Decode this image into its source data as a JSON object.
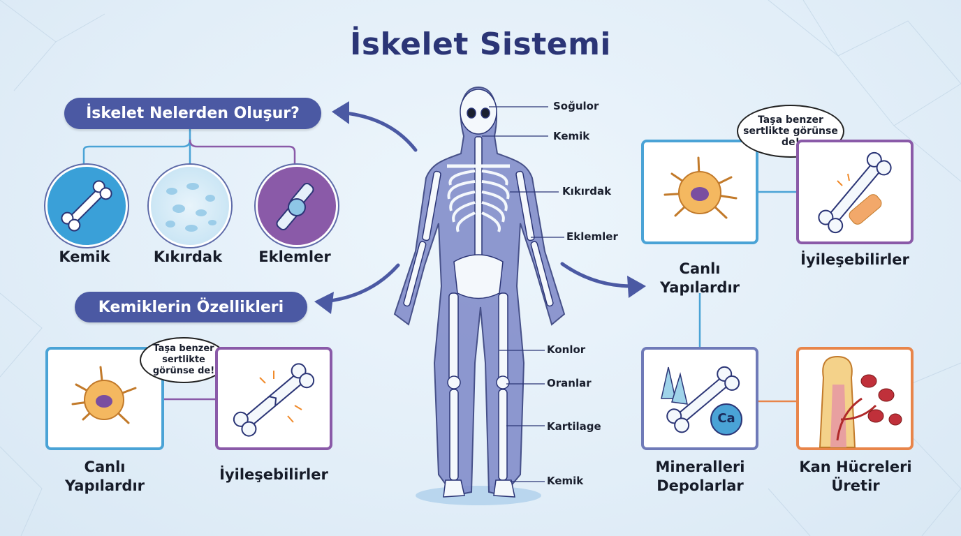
{
  "title": "İskelet Sistemi",
  "left": {
    "section1": {
      "heading": "İskelet Nelerden Oluşur?",
      "items": [
        {
          "label": "Kemik",
          "icon": "bone-icon",
          "color": "#3aa0d8"
        },
        {
          "label": "Kıkırdak",
          "icon": "cartilage-tissue-icon",
          "color": "#bfe0f2"
        },
        {
          "label": "Eklemler",
          "icon": "joint-icon",
          "color": "#8a5aa8"
        }
      ]
    },
    "section2": {
      "heading": "Kemiklerin Özellikleri",
      "bubble": "Taşa benzer sertlikte görünse de!",
      "cards": [
        {
          "label": "Canlı Yapılardır",
          "icon": "bone-cell-icon",
          "color": "#4aa3d6"
        },
        {
          "label": "İyileşebilirler",
          "icon": "broken-bone-icon",
          "color": "#8a5aa8"
        }
      ]
    }
  },
  "skeleton": {
    "labels": [
      "Soğulor",
      "Kemik",
      "Kıkırdak",
      "Eklemler",
      "Konlor",
      "Oranlar",
      "Kartilage",
      "Kemik"
    ]
  },
  "right": {
    "bubble": "Taşa benzer sertlikte görünse de!",
    "cards": [
      {
        "label": "Canlı Yapılardır",
        "icon": "bone-cell-icon",
        "color": "#4aa3d6"
      },
      {
        "label": "İyileşebilirler",
        "icon": "healing-bone-bandage-icon",
        "color": "#8a5aa8"
      },
      {
        "label": "Mineralleri Depolarlar",
        "icon": "minerals-calcium-icon",
        "badge": "Ca",
        "color": "#6f7ab8"
      },
      {
        "label": "Kan Hücreleri Üretir",
        "icon": "bone-marrow-blood-cells-icon",
        "color": "#e8854a"
      }
    ]
  }
}
